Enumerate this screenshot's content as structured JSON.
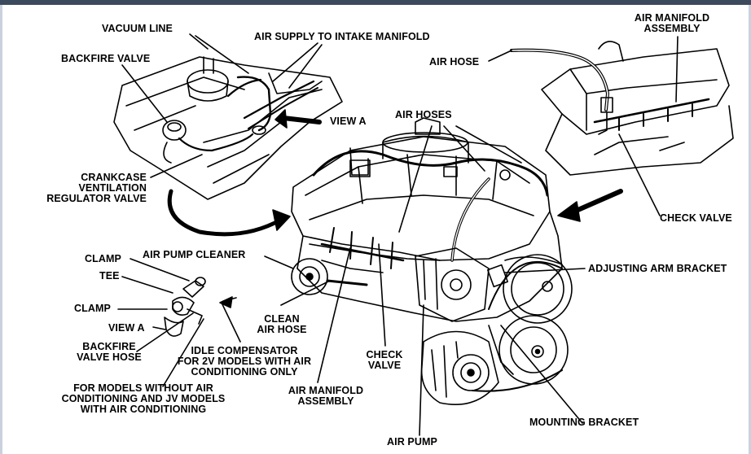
{
  "labels": {
    "vacuum_line": "VACUUM LINE",
    "air_supply": "AIR SUPPLY TO INTAKE MANIFOLD",
    "backfire_valve": "BACKFIRE VALVE",
    "view_a_top": "VIEW A",
    "crankcase": "CRANKCASE\nVENTILATION\nREGULATOR VALVE",
    "air_hose": "AIR HOSE",
    "air_manifold_top": "AIR MANIFOLD\nASSEMBLY",
    "air_hoses": "AIR HOSES",
    "check_valve_right": "CHECK VALVE",
    "adjusting_arm": "ADJUSTING ARM BRACKET",
    "clamp_top": "CLAMP",
    "air_pump_cleaner": "AIR PUMP CLEANER",
    "tee": "TEE",
    "clamp_bottom": "CLAMP",
    "view_a_bottom": "VIEW A",
    "clean_air_hose": "CLEAN\nAIR HOSE",
    "backfire_valve_hose": "BACKFIRE\nVALVE HOSE",
    "idle_comp": "IDLE COMPENSATOR\nFOR 2V MODELS WITH AIR\nCONDITIONING ONLY",
    "check_valve_mid": "CHECK\nVALVE",
    "for_models": "FOR MODELS WITHOUT AIR\nCONDITIONING AND JV MODELS\nWITH AIR CONDITIONING",
    "air_manifold_bottom": "AIR MANIFOLD\nASSEMBLY",
    "mounting_bracket": "MOUNTING BRACKET",
    "air_pump": "AIR PUMP"
  },
  "colors": {
    "line": "#000000",
    "background": "#ffffff",
    "top_bar": "#3b4a5c"
  }
}
